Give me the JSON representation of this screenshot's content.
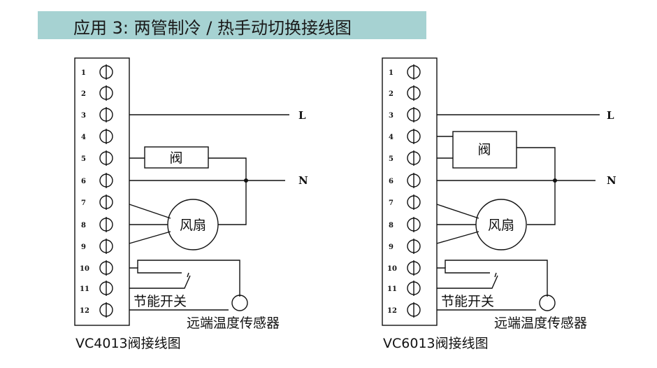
{
  "title": "应用 3: 两管制冷 / 热手动切换接线图",
  "diagrams": [
    {
      "caption": "VC4013阀接线图",
      "terminals": [
        "1",
        "2",
        "3",
        "4",
        "5",
        "6",
        "7",
        "8",
        "9",
        "10",
        "11",
        "12"
      ],
      "line_label": "L",
      "neutral_label": "N",
      "valve_label": "阀",
      "fan_label": "风扇",
      "switch_label": "节能开关",
      "sensor_label": "远端温度传感器"
    },
    {
      "caption": "VC6013阀接线图",
      "terminals": [
        "1",
        "2",
        "3",
        "4",
        "5",
        "6",
        "7",
        "8",
        "9",
        "10",
        "11",
        "12"
      ],
      "line_label": "L",
      "neutral_label": "N",
      "valve_label": "阀",
      "fan_label": "风扇",
      "switch_label": "节能开关",
      "sensor_label": "远端温度传感器"
    }
  ]
}
